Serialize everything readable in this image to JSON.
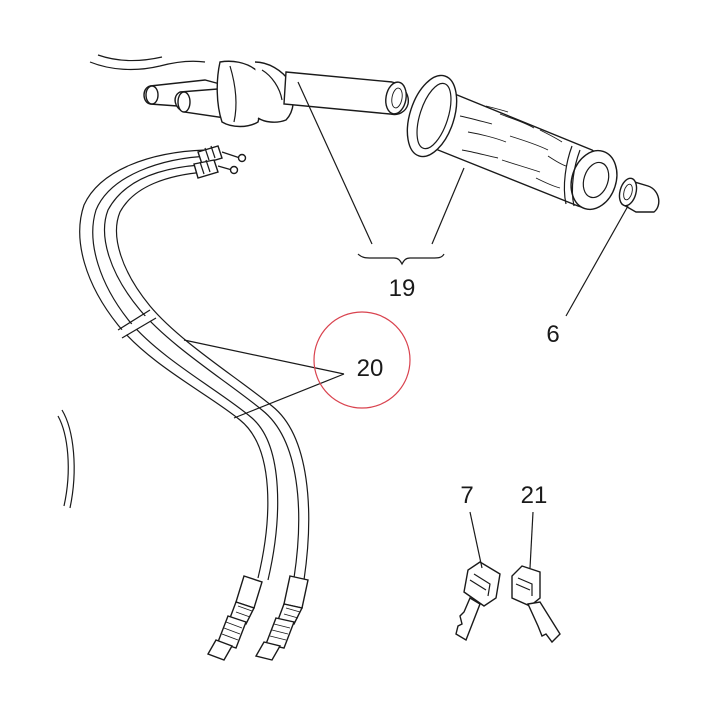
{
  "labels": {
    "grip_set": "19",
    "end_cap": "6",
    "cables": "20",
    "key_left": "7",
    "key_right": "21"
  },
  "highlight": {
    "target": "20",
    "color": "#d9434f"
  },
  "colors": {
    "line": "#1a1a1a",
    "background": "#ffffff"
  }
}
